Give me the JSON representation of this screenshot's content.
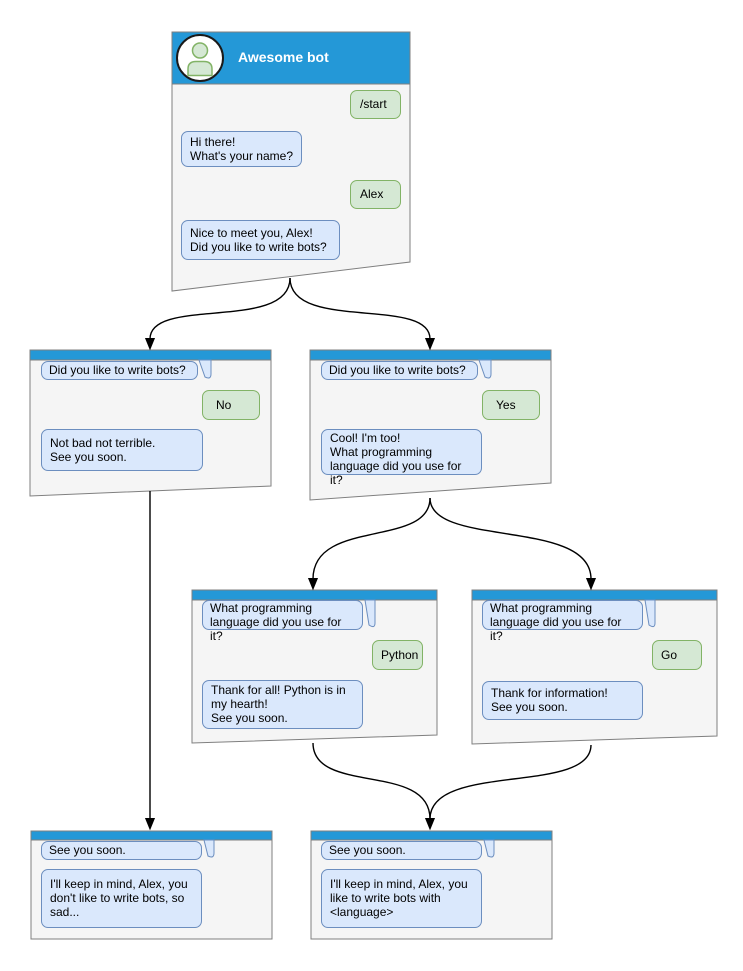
{
  "colors": {
    "header": "#2498d7",
    "window_fill": "#f5f5f5",
    "window_border": "#7f7f7f",
    "bot_bubble_fill": "#dae8fc",
    "bot_bubble_border": "#6c8ebf",
    "user_bubble_fill": "#d5e8d4",
    "user_bubble_border": "#82b366",
    "connector": "#000000",
    "title_text": "#ffffff"
  },
  "windows": {
    "root": {
      "title": "Awesome bot",
      "avatar_icon": "person-icon",
      "user_start": "/start",
      "bot_greeting": "Hi there!\nWhat's your name?",
      "user_name": "Alex",
      "bot_question": "Nice to meet you, Alex!\nDid you like to write bots?"
    },
    "no_branch": {
      "context_question": "Did you like to write bots?",
      "user_answer": "No",
      "bot_reply": "Not bad not terrible.\nSee you soon."
    },
    "yes_branch": {
      "context_question": "Did you like to write bots?",
      "user_answer": "Yes",
      "bot_reply": "Cool! I'm too!\nWhat programming\nlanguage did you use for it?"
    },
    "python_branch": {
      "context_question": "What programming\nlanguage did you use for it?",
      "user_answer": "Python",
      "bot_reply": "Thank for all! Python is in\nmy hearth!\nSee you soon."
    },
    "go_branch": {
      "context_question": "What programming\nlanguage did you use for it?",
      "user_answer": "Go",
      "bot_reply": "Thank for information!\nSee you soon."
    },
    "end_no": {
      "context_question": "See you soon.",
      "bot_reply": "I'll keep in mind, Alex, you\ndon't like to write bots, so\nsad..."
    },
    "end_yes": {
      "context_question": "See you soon.",
      "bot_reply": "I'll keep in mind, Alex, you\nlike to write bots with\n<language>"
    }
  }
}
